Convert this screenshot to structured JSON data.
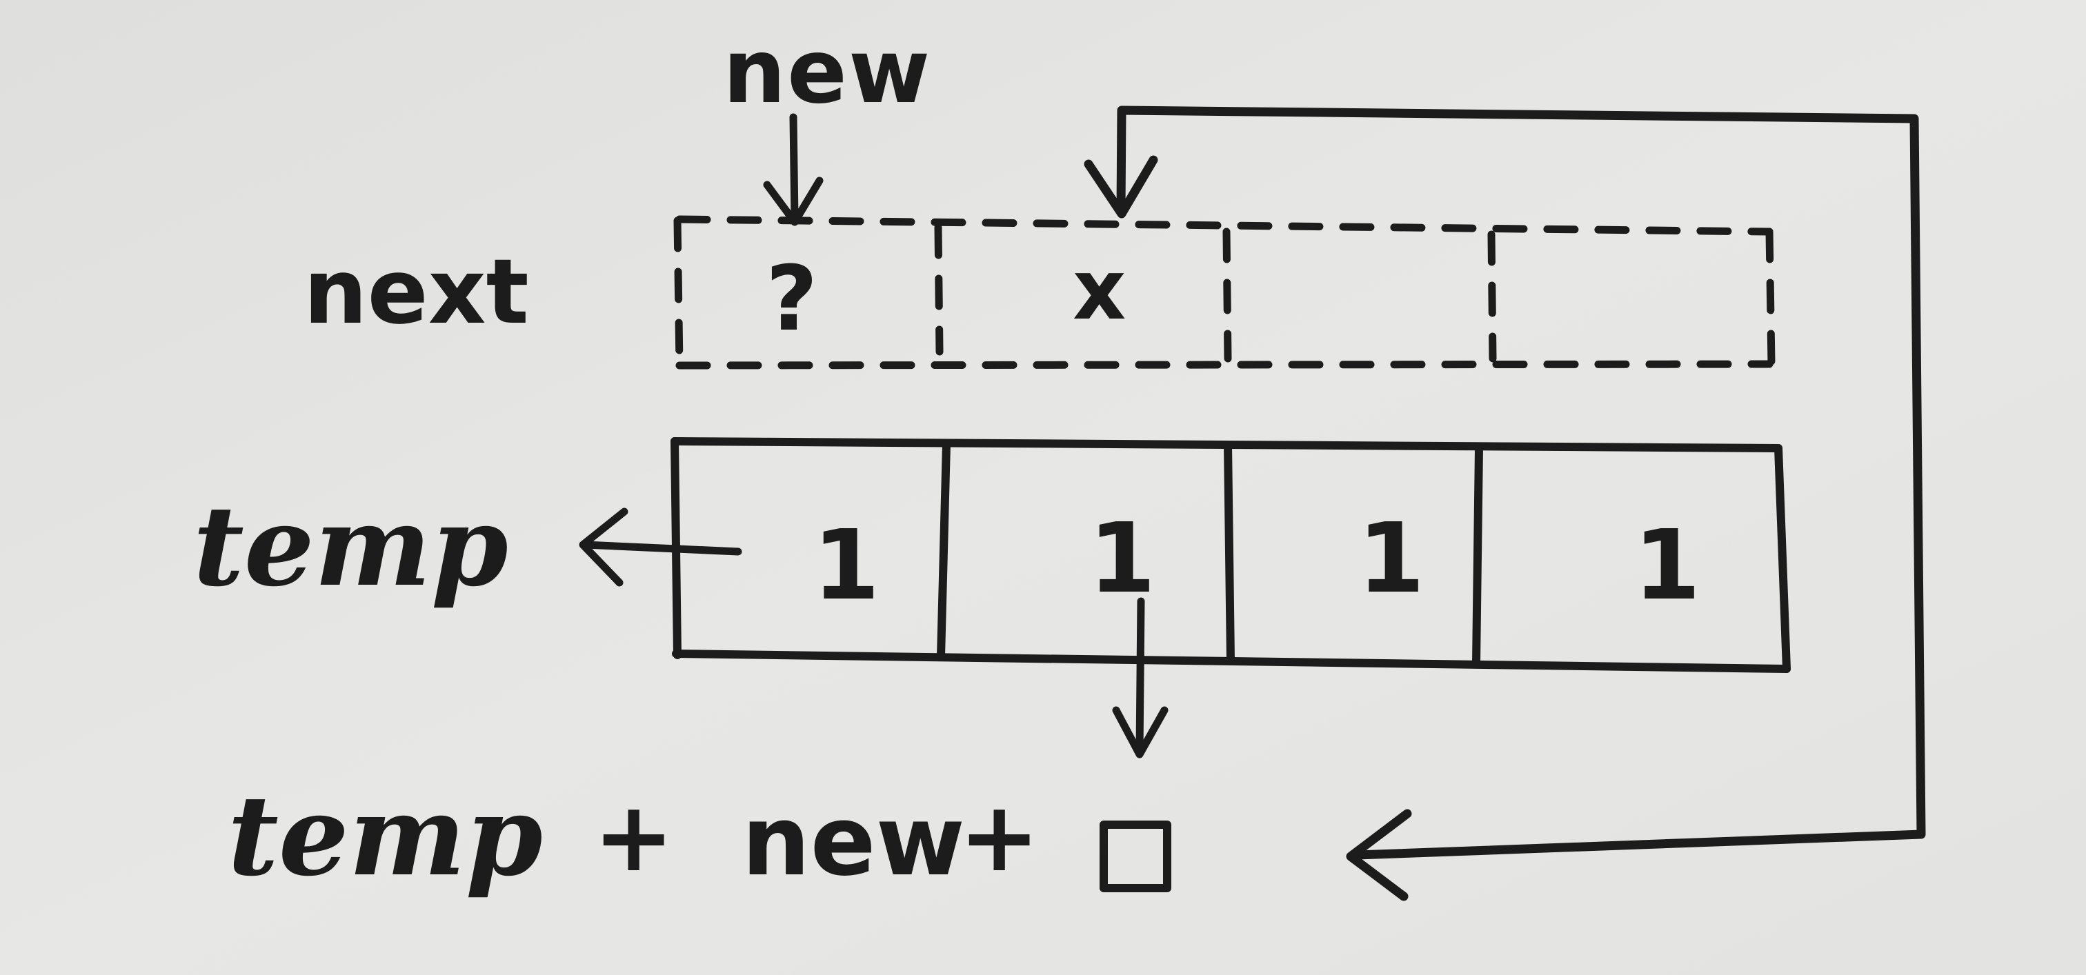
{
  "colors": {
    "paper": "#e6e6e4",
    "ink": "#1c1c1c"
  },
  "labels": {
    "new_top": "new",
    "next": "next",
    "temp": "temp",
    "question": "?",
    "cross": "x",
    "formula_temp": "temp",
    "formula_plus1": "+",
    "formula_new": "new",
    "formula_plus2": "+"
  },
  "temp_cells": [
    "1",
    "1",
    "1",
    "1"
  ],
  "icons": {
    "placeholder": "square-icon"
  }
}
